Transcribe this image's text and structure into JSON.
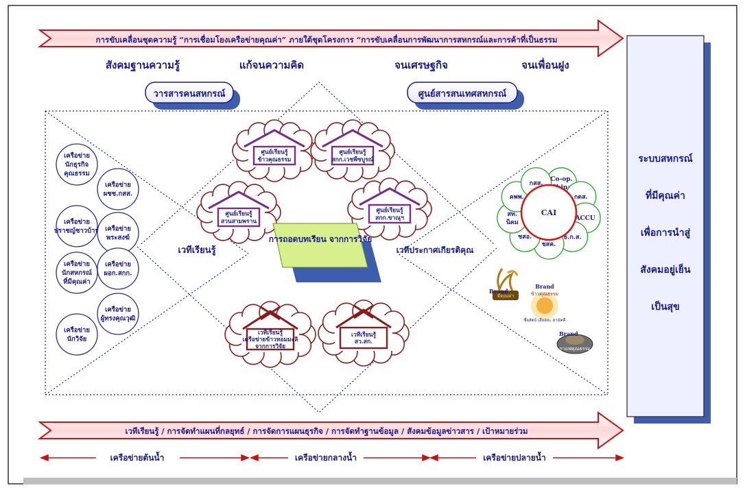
{
  "top_arrow": "การขับเคลื่อนชุดความรู้ “การเชื่อมโยงเครือข่ายคุณค่า” ภายใต้ชุดโครงการ “การขับเคลื่อนการพัฒนาการสหกรณ์และการค้าที่เป็นธรรม",
  "stages": [
    "สังคมฐานความรู้",
    "แก้จนความคิด",
    "จนเศรษฐกิจ",
    "จนเพื่อนฝูง"
  ],
  "badges": {
    "left": "วารสารคนสหกรณ์",
    "right": "ศูนย์สารสนเทศสหกรณ์"
  },
  "left_circles": [
    "เครือข่าย นักธุรกิจ คุณธรรม",
    "เครือข่าย ผชช.กสส.",
    "เครือข่าย ปราชญ์ชาวบ้าน",
    "เครือข่าย พระสงฆ์",
    "เครือข่าย นักสหกรณ์ ที่มีคุณค่า",
    "เครือข่าย ผอก.สกก.",
    "เครือข่าย ผู้ทรงคุณวุฒิ",
    "เครือข่าย นักวิจัย"
  ],
  "houses": [
    "ศูนย์เรียนรู้ ข้าวคุณธรรม",
    "ศูนย์เรียนรู้ สกก.เวชพืชบูรณ์",
    "ศูนย์เรียนรู้ สวนสามพราน",
    "ศูนย์เรียนรู้ สกก.ขาณุฯ"
  ],
  "crossed_houses": [
    "เวทีเรียนรู้ เครือข่ายข้าวหอมมะลิ จากการวิจัย",
    "เวทีเรียนรู้ สว.สก."
  ],
  "center_box": "การถอดบทเรียน จากการวิจัย",
  "left_stage": "เวทีเรียนรู้",
  "right_stage": "เวทีประกาศเกียรติคุณ",
  "flower": {
    "center": "CAI",
    "petals": [
      "Co-op. China",
      "กตส.",
      "ACCU",
      "ธ.ก.ส.",
      "ชสค.",
      "ชสอ.",
      "สท. นิคม",
      "คพพ.",
      "กสส."
    ]
  },
  "brands": [
    {
      "label": "Brand",
      "sub": "มีคุณค่า"
    },
    {
      "label": "Brand",
      "sub": "ข้าวคุณธรรม",
      "tag": "ซื่อสัตย์ เสียสละ สามัคคี"
    },
    {
      "label": "Brand",
      "sub": "กาแฟคุณธรรม"
    }
  ],
  "right_panel": [
    "ระบบสหกรณ์",
    "ที่มีคุณค่า",
    "เพื่อการนำสู่",
    "สังคมอยู่เย็น",
    "เป็นสุข"
  ],
  "bottom_arrow": "เวทีเรียนรู้ / การจัดทำแผนที่กลยุทธ์ / การจัดการแผนธุรกิจ / การจัดทำฐานข้อมูล / สังคมข้อมูลข่าวสาร / เป้าหมายร่วม",
  "networks": [
    "เครือข่ายต้นน้ำ",
    "เครือข่ายกลางน้ำ",
    "เครือข่ายปลายน้ำ"
  ],
  "colors": {
    "navy": "#1a1a8c",
    "red": "#cc1111",
    "maroon": "#8b1a1a",
    "purple": "#7a2a8a",
    "shadow": "#3d5dae"
  }
}
